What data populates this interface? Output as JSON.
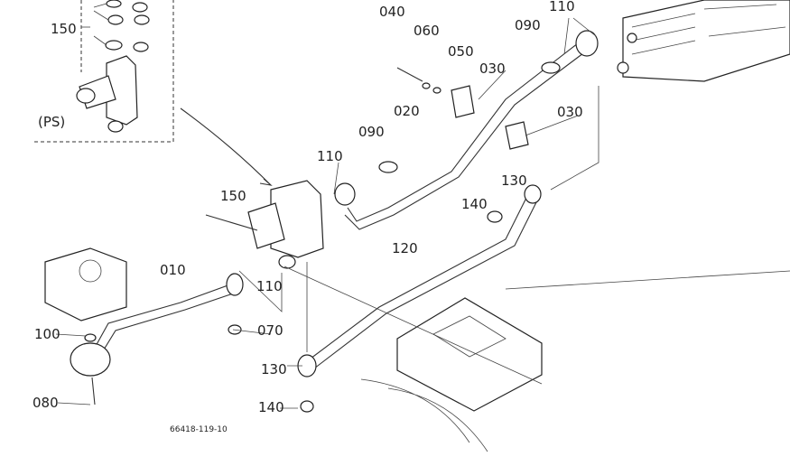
{
  "callouts": {
    "p150_inset": "150",
    "ps": "(PS)",
    "p040": "040",
    "p060": "060",
    "p050": "050",
    "p030_top": "030",
    "p090_top": "090",
    "p110_top": "110",
    "p020": "020",
    "p030_right": "030",
    "p090_mid": "090",
    "p110_mid": "110",
    "p150": "150",
    "p130_top": "130",
    "p140_top": "140",
    "p120": "120",
    "p010": "010",
    "p110_low": "110",
    "p100": "100",
    "p070": "070",
    "p130_low": "130",
    "p080": "080",
    "p140_low": "140"
  },
  "figure_id": "66418-119-10"
}
